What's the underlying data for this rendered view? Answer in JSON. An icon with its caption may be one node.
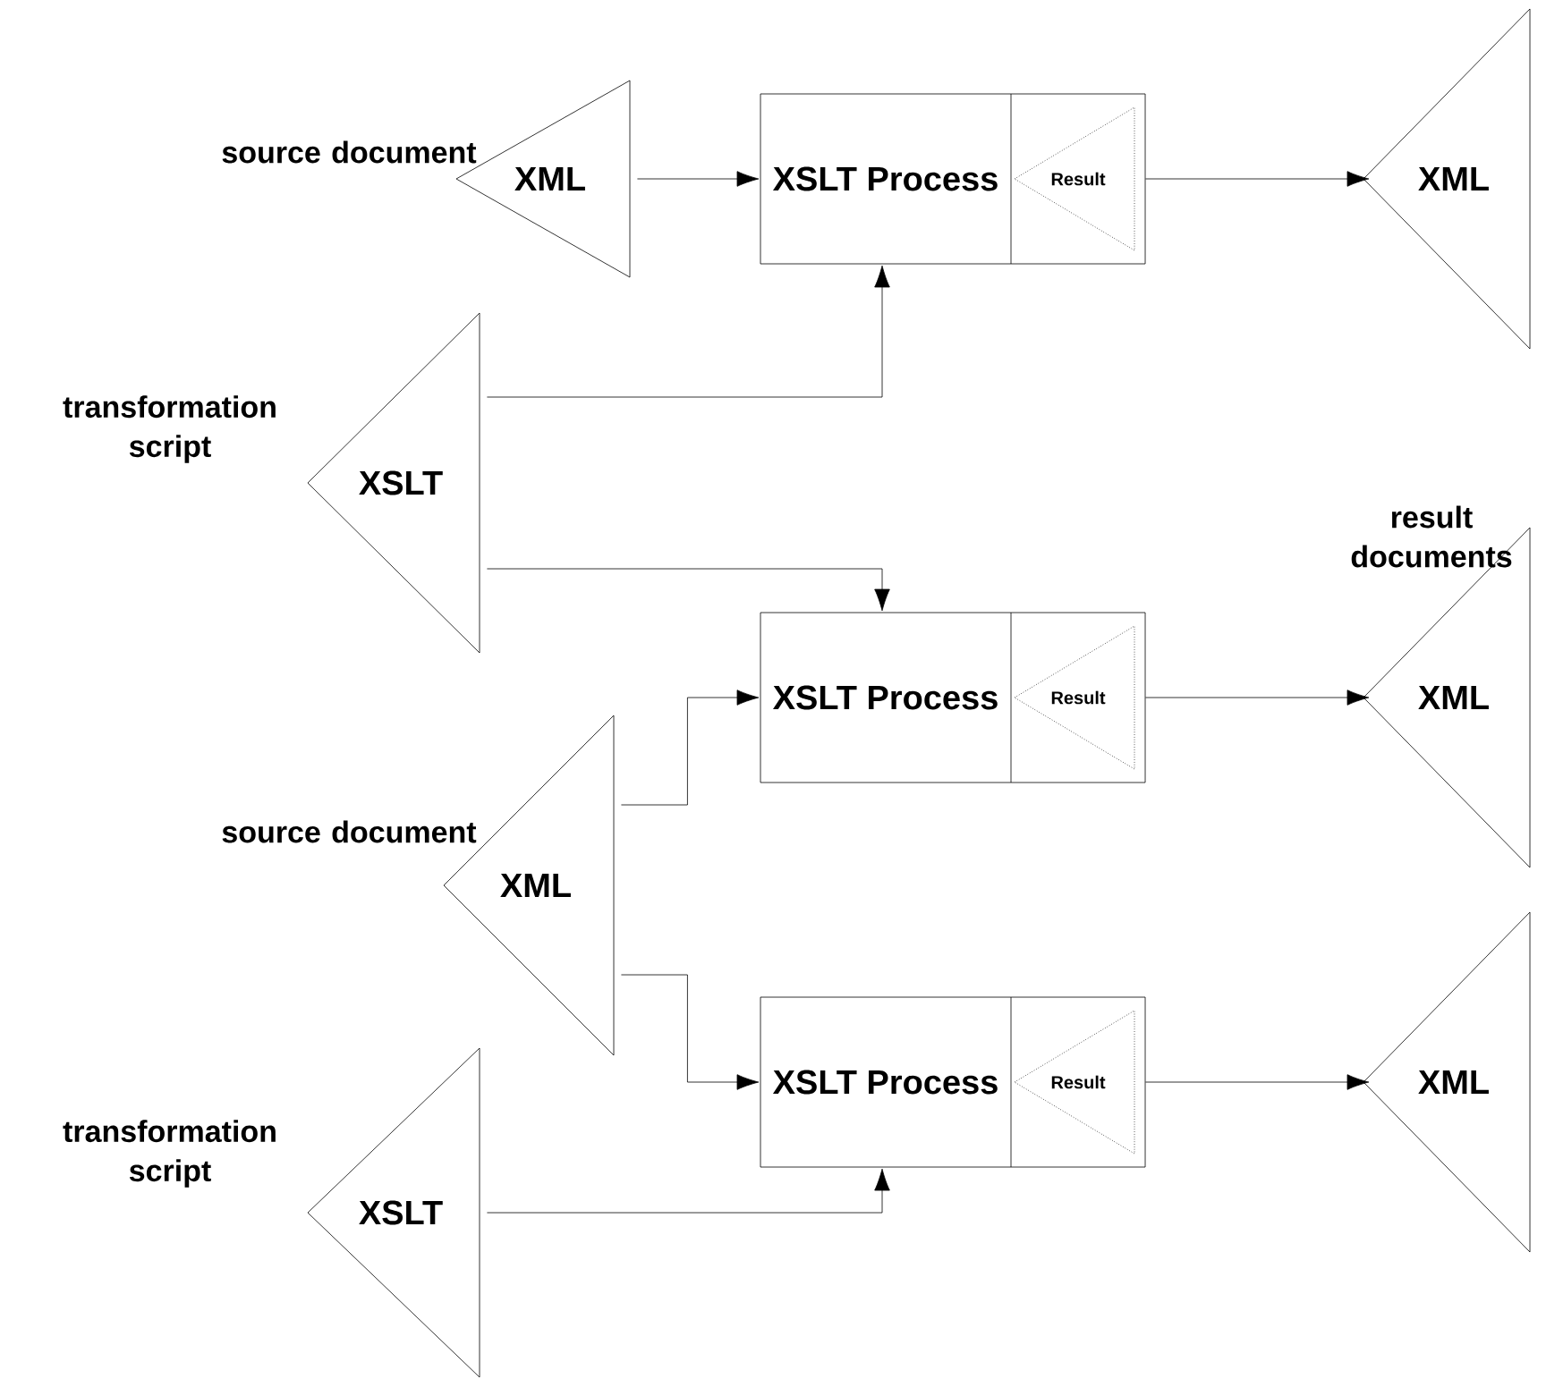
{
  "diagram": {
    "nodes": [
      {
        "text": [
          "XML"
        ],
        "beside": [
          "source document"
        ]
      },
      {
        "text": [
          "XSLT Process"
        ]
      },
      {
        "text": [
          "Result"
        ],
        "in": 1
      },
      {
        "text": [
          "XML"
        ]
      },
      {
        "text": [
          "XSLT"
        ],
        "beside": [
          "transformation script"
        ]
      },
      {
        "text": [
          "XSLT Process"
        ]
      },
      {
        "text": [
          "Result"
        ],
        "in": 5
      },
      {
        "text": [
          "XML"
        ]
      },
      {
        "text": [
          "XML"
        ],
        "beside": [
          "source document"
        ]
      },
      {
        "text": [
          "XSLT Process"
        ]
      },
      {
        "text": [
          "Result"
        ],
        "in": 9
      },
      {
        "text": [
          "XML"
        ]
      },
      {
        "text": [
          "XSLT"
        ],
        "beside": [
          "transformation script"
        ]
      }
    ],
    "edges": [
      {
        "from": 0,
        "to": 1,
        "arrow": "to"
      },
      {
        "from": 4,
        "to": 1,
        "arrow": "to"
      },
      {
        "from": 4,
        "to": 5,
        "arrow": "to"
      },
      {
        "from": 8,
        "to": 5,
        "arrow": "to"
      },
      {
        "from": 8,
        "to": 9,
        "arrow": "to"
      },
      {
        "from": 12,
        "to": 9,
        "arrow": "to"
      },
      {
        "from": 2,
        "to": 3,
        "arrow": "to"
      },
      {
        "from": 6,
        "to": 7,
        "arrow": "to"
      },
      {
        "from": 10,
        "to": 11,
        "arrow": "to"
      }
    ],
    "labels": [
      "result documents"
    ]
  }
}
